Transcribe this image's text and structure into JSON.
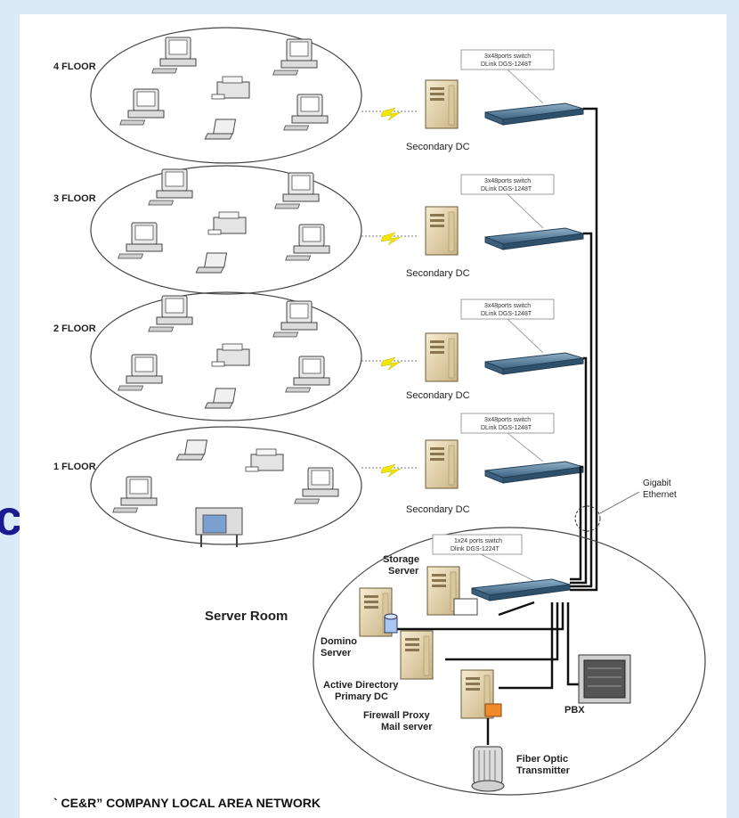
{
  "page": {
    "left_glyph": "c"
  },
  "floors": [
    {
      "label": "4 FLOOR",
      "dc_label": "Secondary DC",
      "switch_line1": "3x48ports switch",
      "switch_line2": "DLink DGS-1248T"
    },
    {
      "label": "3 FLOOR",
      "dc_label": "Secondary DC",
      "switch_line1": "3x48ports switch",
      "switch_line2": "DLink DGS-1248T"
    },
    {
      "label": "2 FLOOR",
      "dc_label": "Secondary DC",
      "switch_line1": "3x48ports switch",
      "switch_line2": "DLink DGS-1248T"
    },
    {
      "label": "1 FLOOR",
      "dc_label": "Secondary DC",
      "switch_line1": "3x48ports switch",
      "switch_line2": "DLink DGS-1248T"
    }
  ],
  "backbone": {
    "label_line1": "Gigabit",
    "label_line2": "Ethernet"
  },
  "server_room": {
    "title": "Server Room",
    "switch_line1": "1x24 ports switch",
    "switch_line2": "Dlink DGS-1224T",
    "storage_line1": "Storage",
    "storage_line2": "Server",
    "domino_line1": "Domino",
    "domino_line2": "Server",
    "ad_line1": "Active Directory",
    "ad_line2": "Primary DC",
    "fw_line1": "Firewall  Proxy",
    "fw_line2": "Mail server",
    "pbx": "PBX",
    "fiber_line1": "Fiber Optic",
    "fiber_line2": "Transmitter"
  },
  "footer": {
    "title": "` CE&R” COMPANY LOCAL AREA NETWORK"
  }
}
